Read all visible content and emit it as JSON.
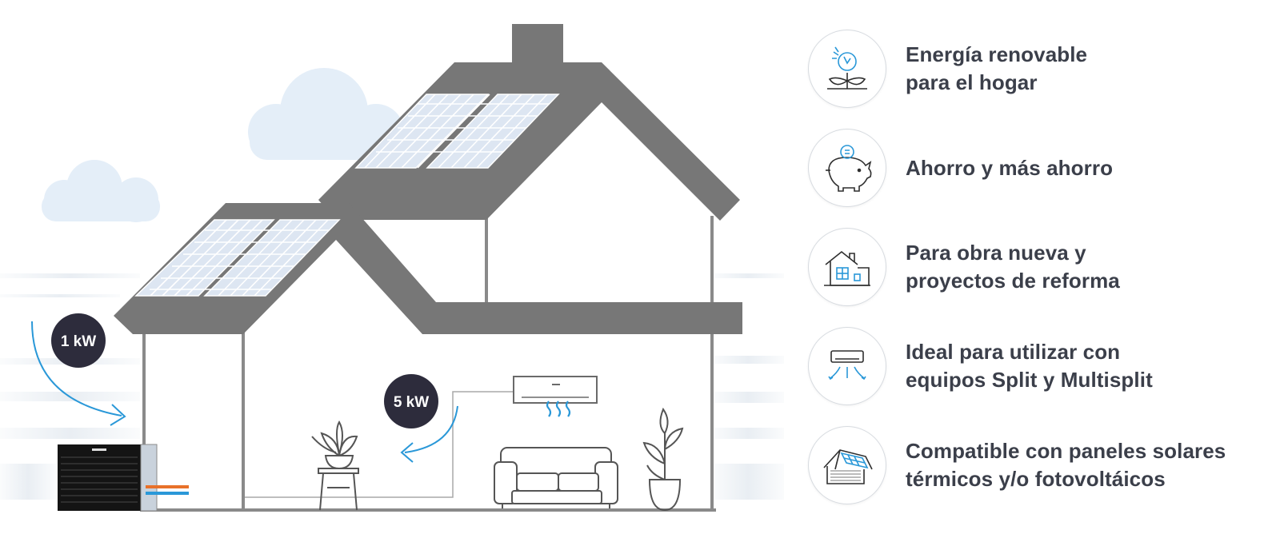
{
  "scene": {
    "power_badges": [
      {
        "label": "1 kW"
      },
      {
        "label": "5 kW"
      }
    ],
    "colors": {
      "house": "#777777",
      "wall_line": "#8a8a8a",
      "panel_fill": "#dde6f2",
      "panel_grid": "#ffffff",
      "cloud": "#e4eef8",
      "arrow": "#2a98d8",
      "badge": "#2d2c3c",
      "hot_pipe": "#e8712a",
      "cold_pipe": "#2a98d8",
      "heat_pump": "#141414"
    }
  },
  "features": [
    {
      "icon": "renewable-energy-plant-icon",
      "lines": [
        "Energía renovable",
        "para el hogar"
      ]
    },
    {
      "icon": "piggy-bank-icon",
      "lines": [
        "Ahorro y más ahorro"
      ]
    },
    {
      "icon": "house-renovation-icon",
      "lines": [
        "Para obra nueva y",
        "proyectos de reforma"
      ]
    },
    {
      "icon": "split-air-conditioner-icon",
      "lines": [
        "Ideal para utilizar con",
        "equipos Split y Multisplit"
      ]
    },
    {
      "icon": "solar-roof-icon",
      "lines": [
        "Compatible con paneles solares",
        "térmicos y/o fotovoltáicos"
      ]
    }
  ]
}
